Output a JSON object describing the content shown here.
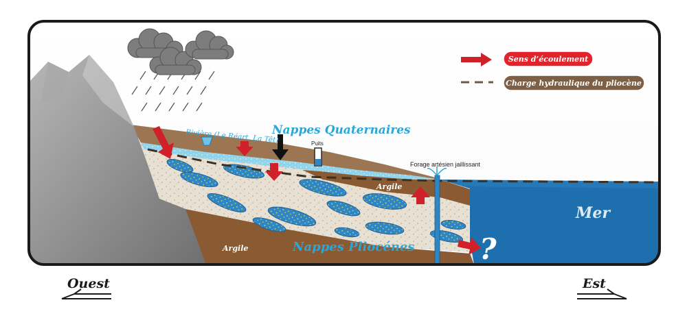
{
  "legend": {
    "flow_label": "Sens d’écoulement",
    "head_label": "Charge hydraulique du pliocène"
  },
  "labels": {
    "river": "Rivière (Le Réart, La Têt)",
    "quaternary": "Nappes Quaternaires",
    "well": "Puits",
    "artesian": "Forage artésien jaillissant",
    "clay_upper": "Argile",
    "clay_lower": "Argile",
    "pliocene": "Nappes Pliocénes",
    "sea": "Mer",
    "question": "?"
  },
  "directions": {
    "west": "Ouest",
    "east": "Est"
  },
  "colors": {
    "flow_arrow": "#d0202a",
    "legend_flow_bg": "#e3232b",
    "legend_head_bg": "#7d5f45",
    "sea": "#1d6fae",
    "clay": "#8a5a33",
    "sand": "#e7e0d2",
    "aquifer": "#2f86c4",
    "mountain": "#8e8e8e",
    "cloud": "#7d7d7d"
  }
}
